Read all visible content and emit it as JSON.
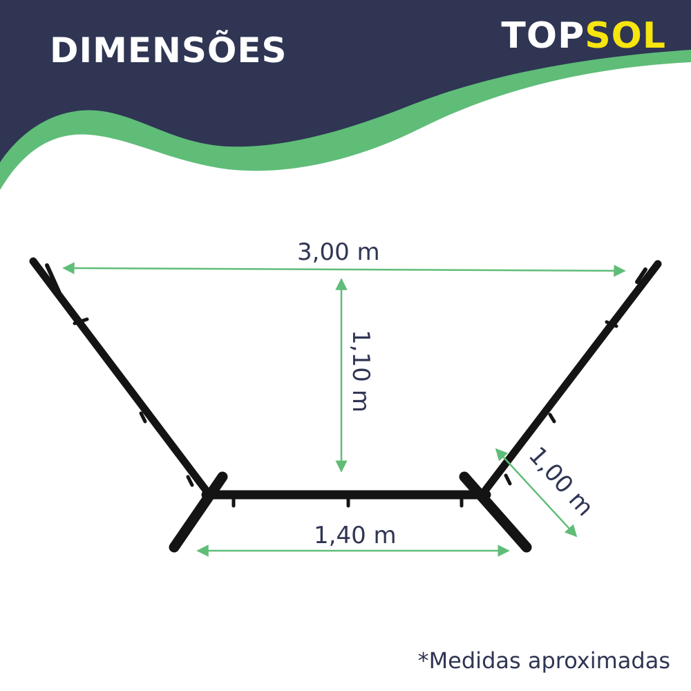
{
  "header": {
    "title": "DIMENSÕES",
    "brand_part1": "TOP",
    "brand_part2": "SOL"
  },
  "dimensions": {
    "width_total": "3,00 m",
    "height": "1,10 m",
    "base_length": "1,40 m",
    "base_depth": "1,00 m"
  },
  "footnote": "*Medidas aproximadas",
  "colors": {
    "navy": "#2f3553",
    "green": "#5fbd78",
    "yellow": "#f6e50e",
    "frame": "#111111"
  }
}
